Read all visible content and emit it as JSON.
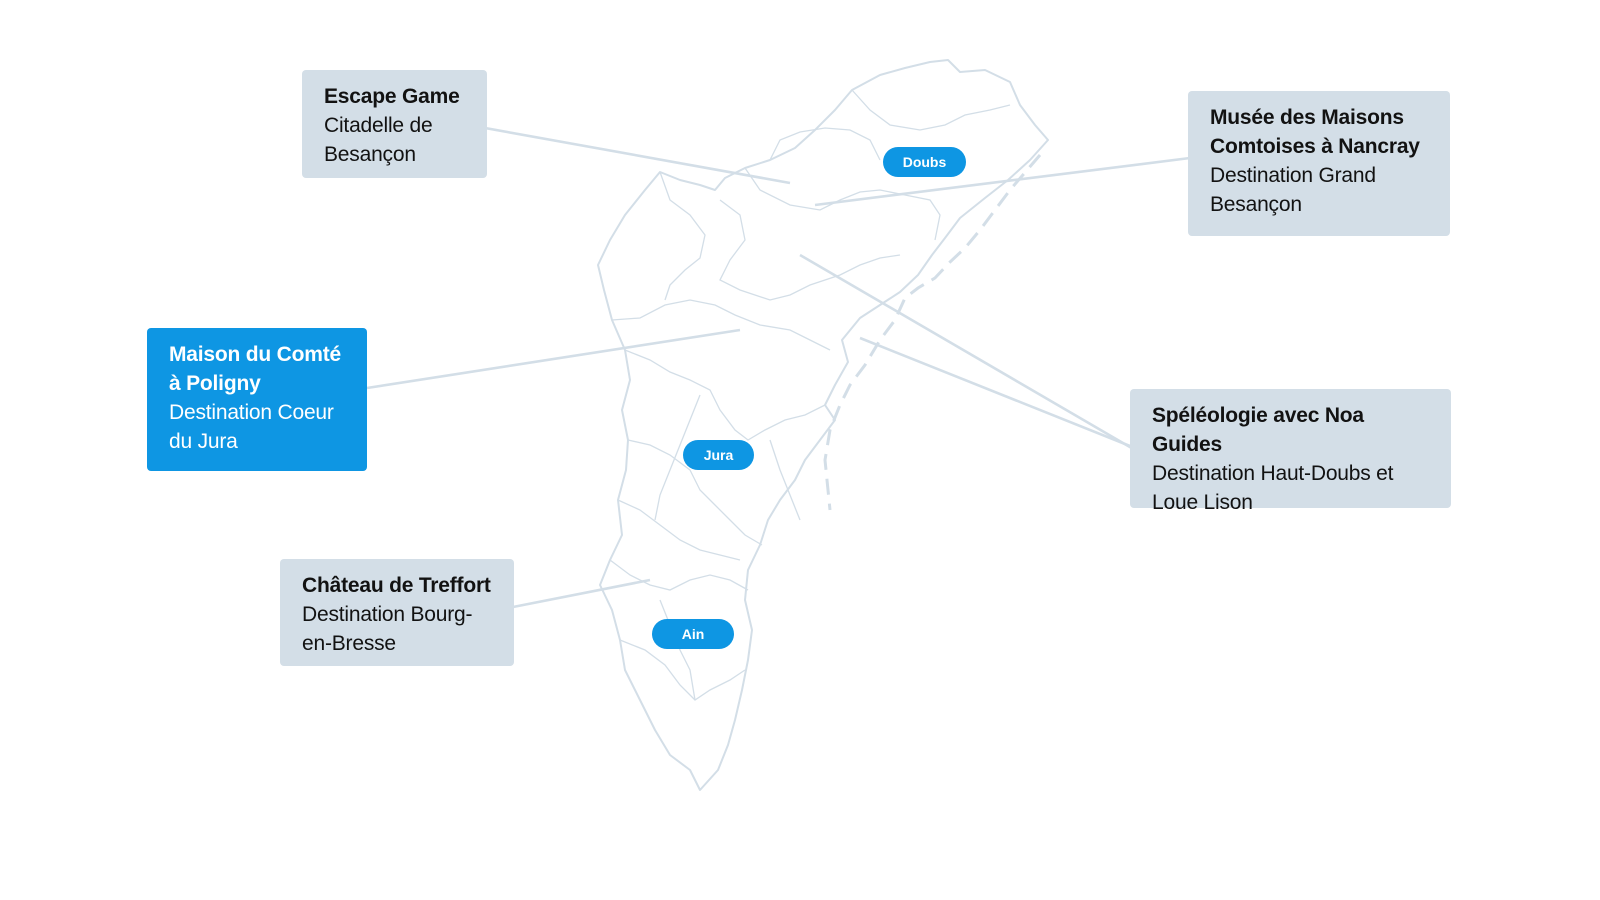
{
  "map": {
    "regions": [
      {
        "id": "doubs",
        "label": "Doubs"
      },
      {
        "id": "jura",
        "label": "Jura"
      },
      {
        "id": "ain",
        "label": "Ain"
      }
    ]
  },
  "callouts": [
    {
      "id": "escape-game",
      "title": "Escape Game",
      "subtitle": "Citadelle de Besançon",
      "highlighted": false
    },
    {
      "id": "musee-maisons",
      "title": "Musée des Maisons Comtoises à Nancray",
      "subtitle": "Destination Grand Besançon",
      "highlighted": false
    },
    {
      "id": "maison-comte",
      "title": "Maison du Comté à Poligny",
      "subtitle": "Destination Coeur du Jura",
      "highlighted": true
    },
    {
      "id": "speleologie",
      "title": "Spéléologie avec Noa Guides",
      "subtitle": "Destination Haut-Doubs et Loue Lison",
      "highlighted": false
    },
    {
      "id": "chateau-treffort",
      "title": "Château de Treffort",
      "subtitle": "Destination Bourg-en-Bresse",
      "highlighted": false
    }
  ],
  "colors": {
    "accent": "#0e96e3",
    "card": "#d3dee7",
    "map_line": "#d3dee7",
    "text": "#121212"
  }
}
